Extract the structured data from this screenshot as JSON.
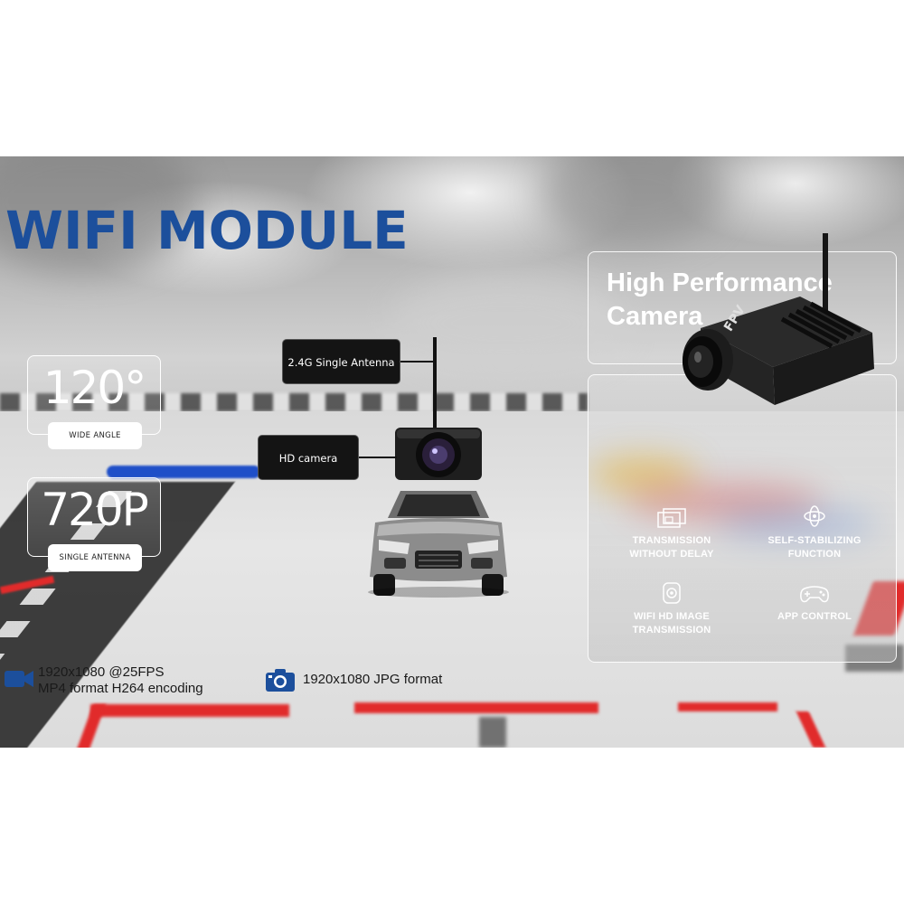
{
  "banner": {
    "title": "WIFI MODULE",
    "specs": [
      {
        "value": "120°",
        "label": "WIDE ANGLE"
      },
      {
        "value": "720P",
        "label": "SINGLE ANTENNA"
      }
    ],
    "callouts": {
      "antenna": "2.4G Single Antenna",
      "camera": "HD camera"
    },
    "right_panel": {
      "title_line1": "High Performance",
      "title_line2": "Camera",
      "features": [
        {
          "icon": "monitor-icon",
          "line1": "TRANSMISSION",
          "line2": "WITHOUT DELAY"
        },
        {
          "icon": "gyro-icon",
          "line1": "SELF-STABILIZING",
          "line2": "FUNCTION"
        },
        {
          "icon": "camera-lens-icon",
          "line1": "WIFI HD IMAGE",
          "line2": "TRANSMISSION"
        },
        {
          "icon": "gamepad-icon",
          "line1": "APP CONTROL",
          "line2": ""
        }
      ]
    },
    "bottom_specs": {
      "video_line1": "1920x1080 @25FPS",
      "video_line2": "MP4 format  H264 encoding",
      "photo": "1920x1080  JPG format"
    },
    "colors": {
      "title": "#1c4f9c",
      "icon_blue": "#1c4f9c",
      "track_red": "#e12b2b"
    }
  }
}
